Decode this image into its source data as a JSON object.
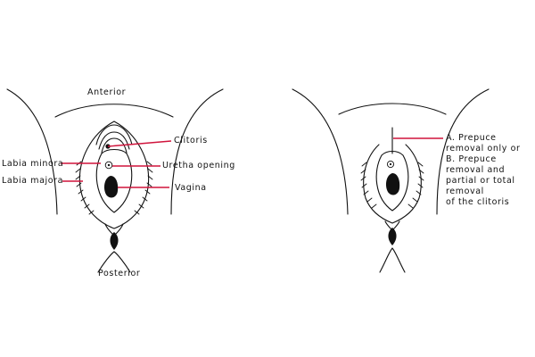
{
  "left_figure": {
    "labels": {
      "anterior": "Anterior",
      "posterior": "Posterior",
      "clitoris": "Clitoris",
      "labia_minora": "Labia minora",
      "urethra_opening": "Uretha opening",
      "labia_majora": "Labia majora",
      "vagina": "Vagina"
    }
  },
  "right_figure": {
    "annotation_lines": [
      "A. Prepuce",
      "removal only or",
      "B. Prepuce",
      "removal and",
      "partial or total",
      "removal",
      "of the clitoris"
    ]
  },
  "colors": {
    "pointer": "#d0143c",
    "outline": "#111111"
  }
}
